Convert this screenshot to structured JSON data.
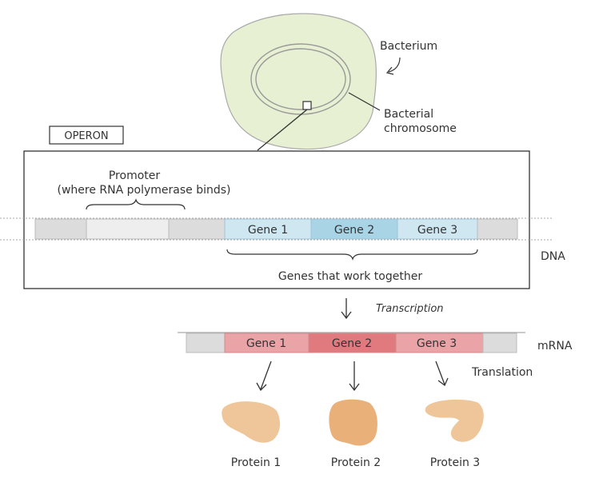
{
  "labels": {
    "bacterium": "Bacterium",
    "chromosome_line1": "Bacterial",
    "chromosome_line2": "chromosome",
    "operon": "OPERON",
    "promoter_line1": "Promoter",
    "promoter_line2": "(where RNA polymerase binds)",
    "genes_together": "Genes that work together",
    "dna": "DNA",
    "transcription": "Transcription",
    "mrna": "mRNA",
    "translation": "Translation"
  },
  "dna_genes": [
    "Gene 1",
    "Gene 2",
    "Gene 3"
  ],
  "mrna_genes": [
    "Gene 1",
    "Gene 2",
    "Gene 3"
  ],
  "proteins": [
    "Protein 1",
    "Protein 2",
    "Protein 3"
  ],
  "colors": {
    "cell_fill": "#e7f0d2",
    "dna_gray": "#dcdcdc",
    "promoter_fill": "#eeeeee",
    "gene_light_blue": "#cfe7f1",
    "gene_blue": "#a9d4e6",
    "mrna_pink": "#eaa4a8",
    "mrna_red": "#e17a7f",
    "protein_light": "#efc69a",
    "protein_dark": "#eab07a"
  }
}
